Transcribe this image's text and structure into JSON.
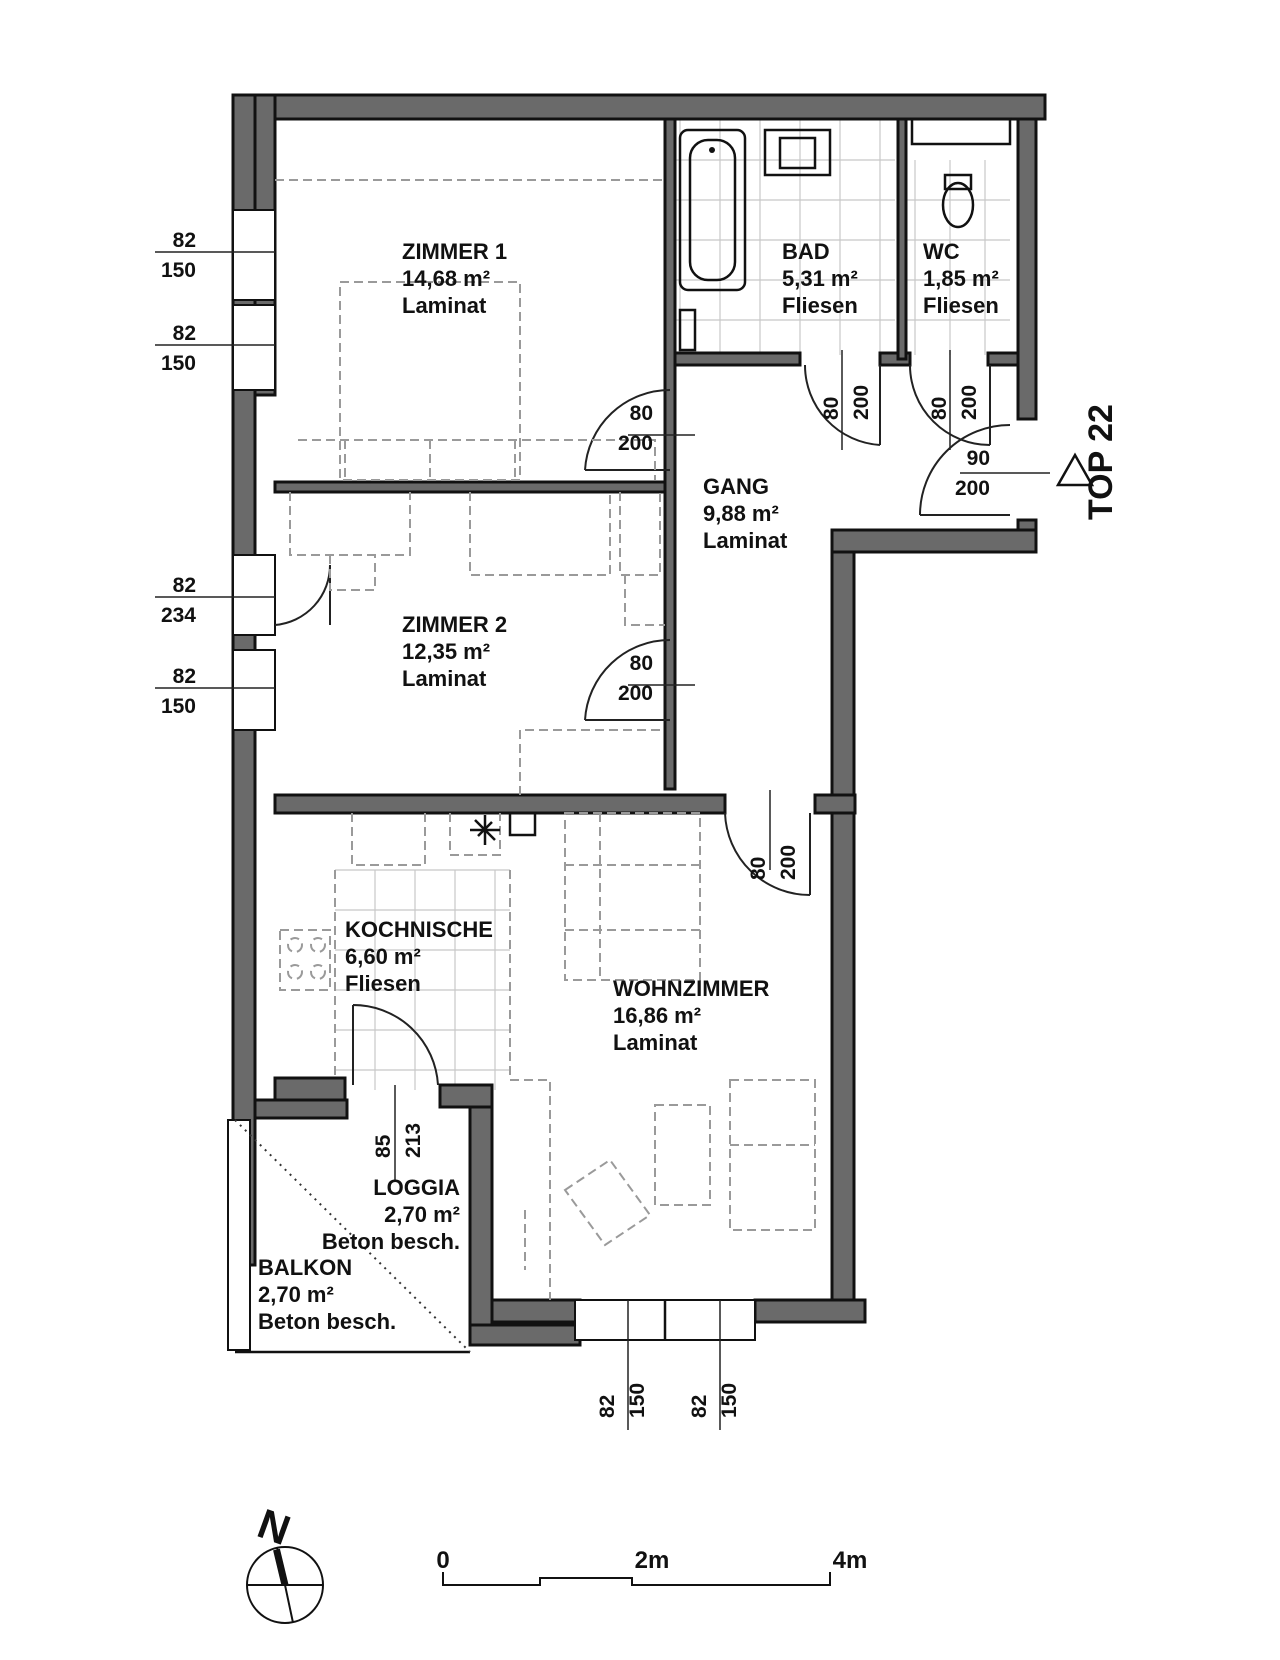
{
  "rooms": [
    {
      "id": "zimmer1",
      "name": "ZIMMER 1",
      "area": "14,68 m²",
      "floor": "Laminat"
    },
    {
      "id": "bad",
      "name": "BAD",
      "area": "5,31 m²",
      "floor": "Fliesen"
    },
    {
      "id": "wc",
      "name": "WC",
      "area": "1,85 m²",
      "floor": "Fliesen"
    },
    {
      "id": "gang",
      "name": "GANG",
      "area": "9,88 m²",
      "floor": "Laminat"
    },
    {
      "id": "zimmer2",
      "name": "ZIMMER 2",
      "area": "12,35 m²",
      "floor": "Laminat"
    },
    {
      "id": "kochnische",
      "name": "KOCHNISCHE",
      "area": "6,60 m²",
      "floor": "Fliesen"
    },
    {
      "id": "wohnzimmer",
      "name": "WOHNZIMMER",
      "area": "16,86 m²",
      "floor": "Laminat"
    },
    {
      "id": "loggia",
      "name": "LOGGIA",
      "area": "2,70 m²",
      "floor": "Beton besch."
    },
    {
      "id": "balkon",
      "name": "BALKON",
      "area": "2,70 m²",
      "floor": "Beton besch."
    }
  ],
  "openings": [
    {
      "id": "w1",
      "w": "82",
      "h": "150"
    },
    {
      "id": "w2",
      "w": "82",
      "h": "150"
    },
    {
      "id": "w3",
      "w": "82",
      "h": "234"
    },
    {
      "id": "w4",
      "w": "82",
      "h": "150"
    },
    {
      "id": "d1",
      "w": "80",
      "h": "200"
    },
    {
      "id": "d2",
      "w": "80",
      "h": "200"
    },
    {
      "id": "d3",
      "w": "80",
      "h": "200"
    },
    {
      "id": "d4",
      "w": "80",
      "h": "200"
    },
    {
      "id": "d5",
      "w": "90",
      "h": "200"
    },
    {
      "id": "d6",
      "w": "80",
      "h": "200"
    },
    {
      "id": "d7",
      "w": "85",
      "h": "213"
    },
    {
      "id": "w5",
      "w": "82",
      "h": "150"
    },
    {
      "id": "w6",
      "w": "82",
      "h": "150"
    }
  ],
  "unit_label": "TOP 22",
  "north": "N",
  "scale": {
    "labels": [
      "0",
      "2m",
      "4m"
    ]
  },
  "colors": {
    "wall": "#6a6a6a",
    "furniture": "#9a9a9a",
    "tile": "#c8c8c8"
  }
}
